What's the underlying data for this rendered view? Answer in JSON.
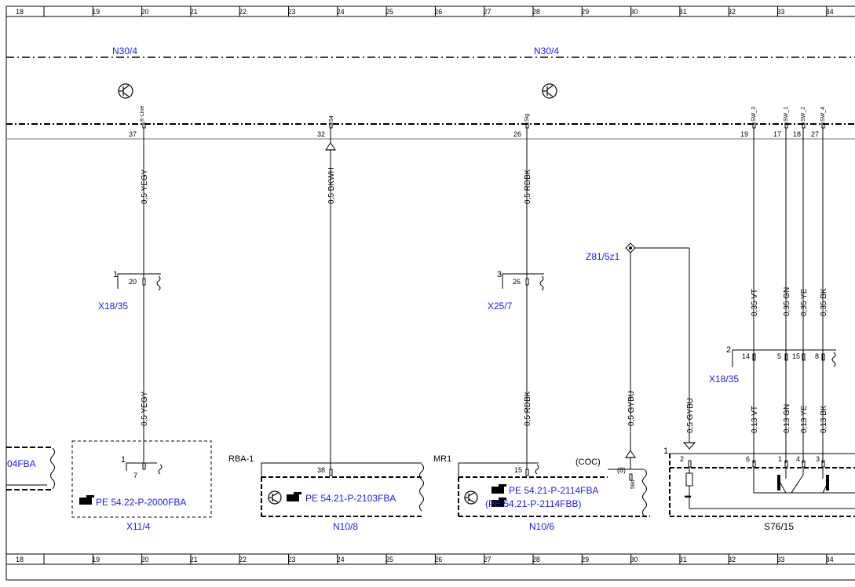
{
  "grid": {
    "columns": [
      "18",
      "19",
      "20",
      "21",
      "22",
      "23",
      "24",
      "25",
      "26",
      "27",
      "28",
      "29",
      "30",
      "31",
      "32",
      "33",
      "34"
    ]
  },
  "bus": {
    "label_left": "N30/4",
    "label_right": "N30/4"
  },
  "pins": {
    "klineName": "K-Line",
    "klineNum": "37",
    "p54Name": "54",
    "p54Num": "32",
    "sigName": "Sig",
    "sigNum": "26",
    "sw3Name": "SW_3",
    "sw3Num": "19",
    "sw1Name": "SW_1",
    "sw1Num": "17",
    "sw2Num": "18",
    "sw2Name": "SW_2",
    "sw4Num": "27",
    "sw4Name": "SW_4"
  },
  "wires": {
    "w1": "0,5 YEGY",
    "w2": "0,5 BKWH",
    "w3": "0,5 RDBK",
    "w4": "0,5 YEGY",
    "w5": "0,5 RDBK",
    "w6": "0,5 GYBU",
    "w7": "0,5 GYBU",
    "w8": "0,35 VT",
    "w9": "0,35 GN",
    "w10": "0,35 YE",
    "w11": "0,35 BK",
    "w12": "0,13 VT",
    "w13": "0,13 GN",
    "w14": "0,13 YE",
    "w15": "0,13 BK"
  },
  "connectors": {
    "x1835a_id": "X18/35",
    "x1835a_pin": "20",
    "x1835a_num": "1",
    "x257_id": "X25/7",
    "x257_pin": "26",
    "x257_num": "3",
    "x1835b_id": "X18/35",
    "x1835b_num": "2",
    "x1835b_pins": [
      "14",
      "5",
      "15",
      "8"
    ],
    "z81": "Z81/5z1"
  },
  "components": {
    "left_ref": "04FBA",
    "x114_id": "X11/4",
    "x114_num": "1",
    "x114_pin": "7",
    "x114_ref": "PE 54.22-P-2000FBA",
    "rba": "RBA-1",
    "n108_pin": "38",
    "n108_ref": "PE 54.21-P-2103FBA",
    "n108_id": "N10/8",
    "mr1": "MR1",
    "n106_pin": "15",
    "n106_ref1": "PE 54.21-P-2114FBA",
    "n106_ref2": "(PE 54.21-P-2114FBB)",
    "coc": "(COC)",
    "n106_pin2": "(8)",
    "n106_pin2_name": "58d",
    "n106_id": "N10/6",
    "s7615_num": "1",
    "s7615_pins": [
      "2",
      "6",
      "1",
      "4",
      "3"
    ],
    "s7615_id": "S76/15"
  }
}
